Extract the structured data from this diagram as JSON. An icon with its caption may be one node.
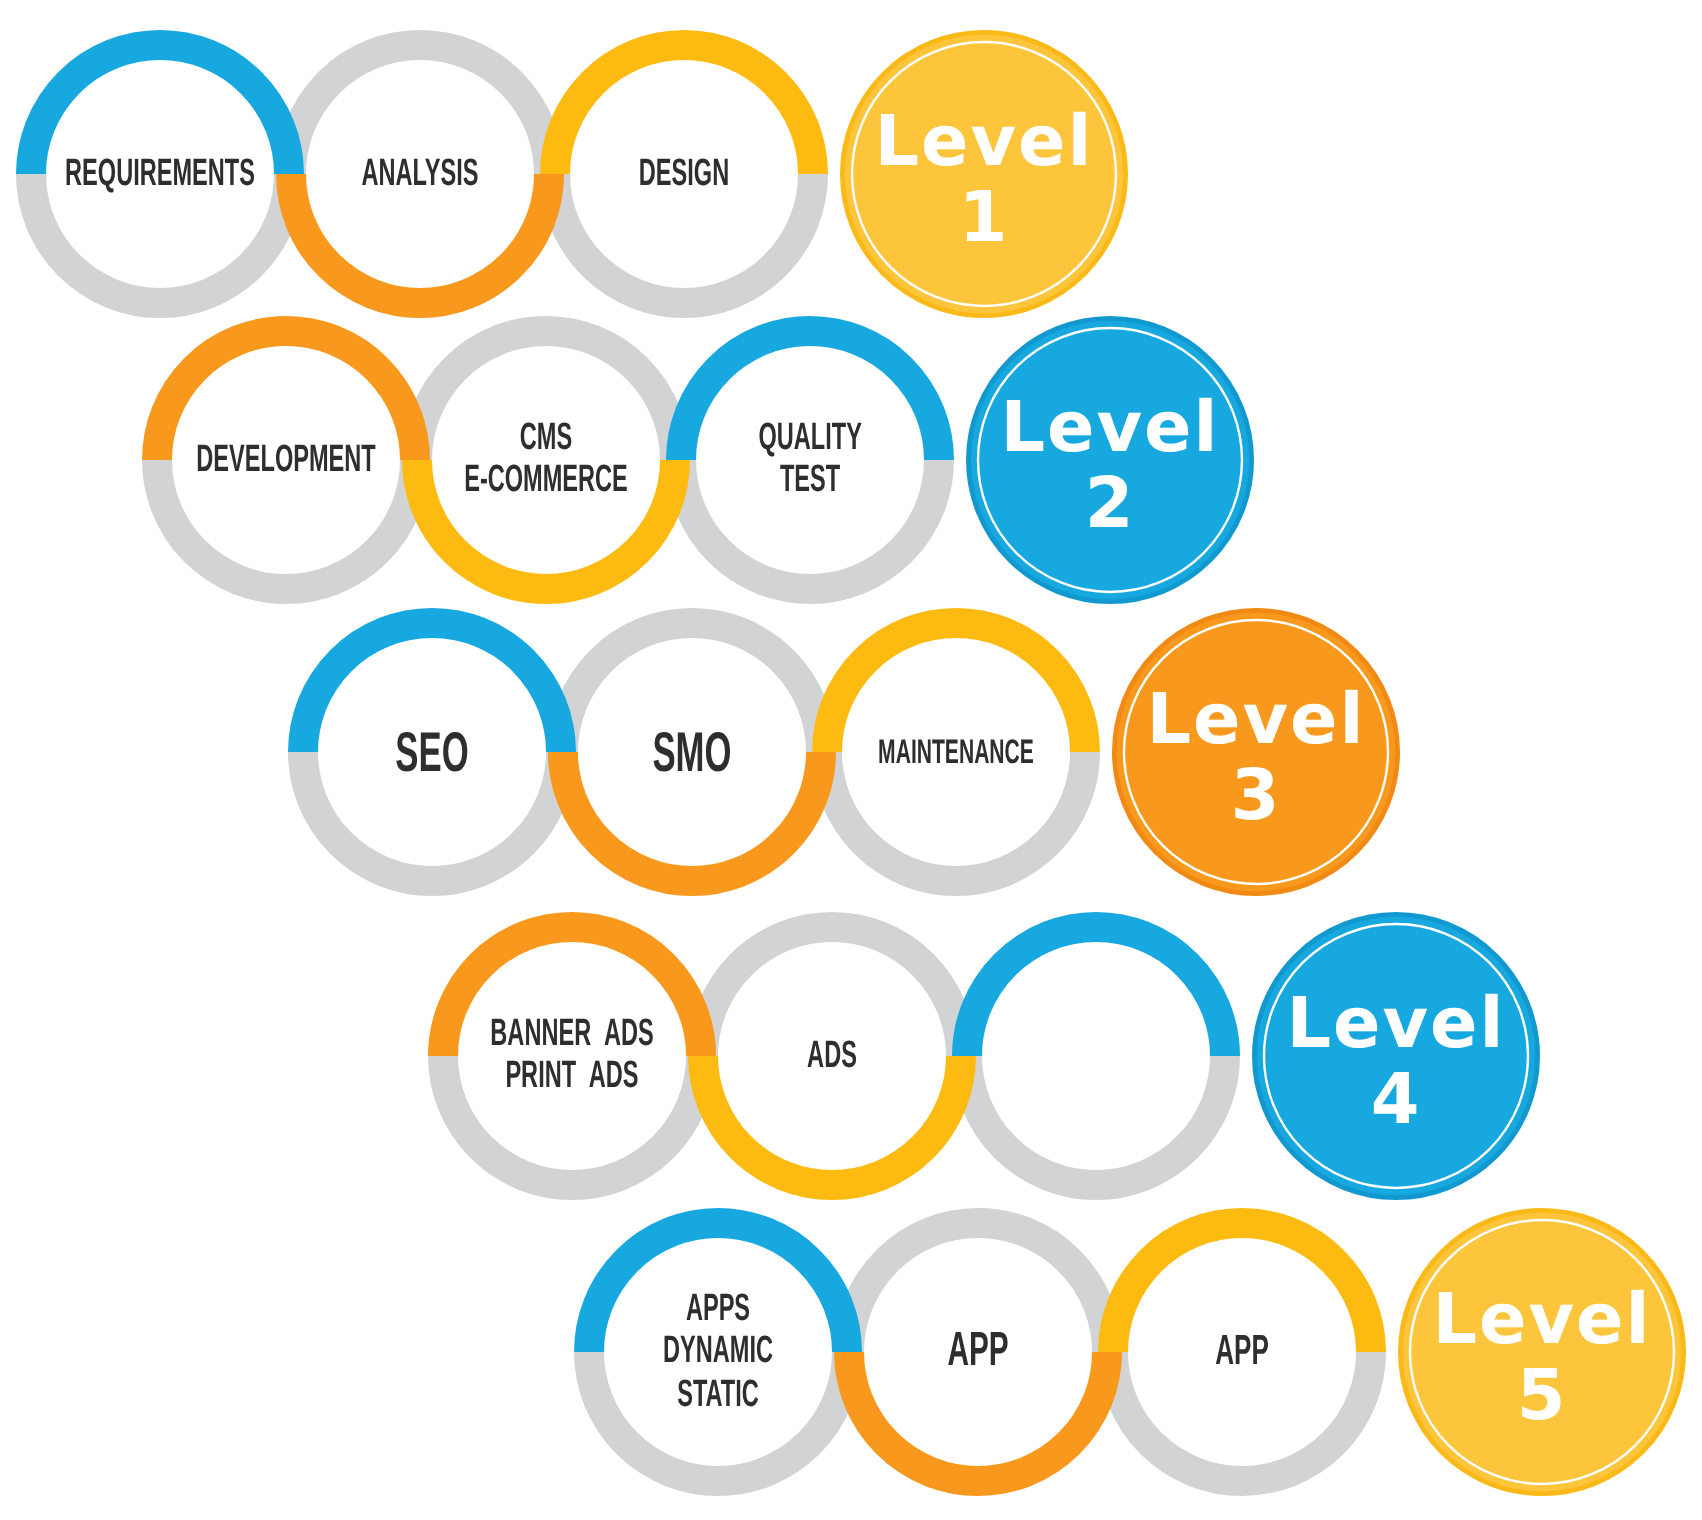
{
  "diagram": {
    "nodes": [
      {
        "text": [
          "REQUIREMENTS"
        ]
      },
      {
        "text": [
          "ANALYSIS"
        ]
      },
      {
        "text": [
          "DESIGN"
        ]
      },
      {
        "text": [
          "Level 1"
        ]
      },
      {
        "text": [
          "DEVELOPMENT"
        ]
      },
      {
        "text": [
          "CMS E-COMMERCE"
        ]
      },
      {
        "text": [
          "QUALITY TEST"
        ]
      },
      {
        "text": [
          "Level 2"
        ]
      },
      {
        "text": [
          "SEO"
        ]
      },
      {
        "text": [
          "SMO"
        ]
      },
      {
        "text": [
          "MAINTENANCE"
        ]
      },
      {
        "text": [
          "Level 3"
        ]
      },
      {
        "text": [
          "BANNER ADS PRINT ADS"
        ]
      },
      {
        "text": [
          "ADS"
        ]
      },
      {
        "text": [],
        "shape": "circle"
      },
      {
        "text": [
          "Level 4"
        ]
      },
      {
        "text": [
          "APPS DYNAMIC STATIC"
        ]
      },
      {
        "text": [
          "APP"
        ]
      },
      {
        "text": [
          "APP"
        ]
      },
      {
        "text": [
          "Level 5"
        ]
      }
    ]
  }
}
